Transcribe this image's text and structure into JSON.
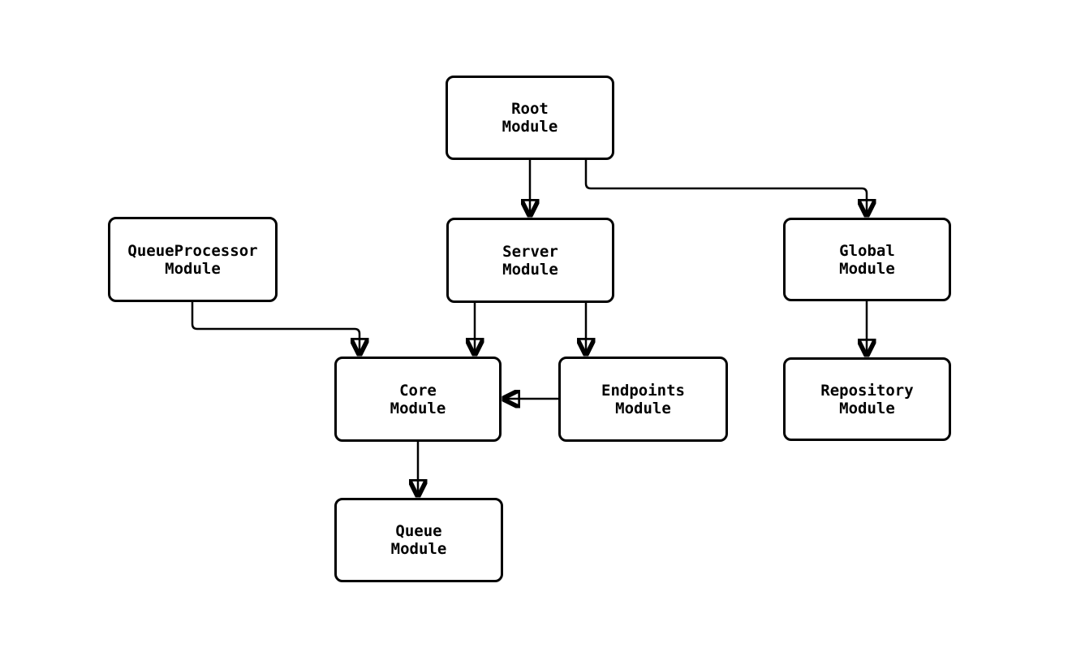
{
  "diagram": {
    "type": "flowchart",
    "background_color": "#ffffff",
    "line_color": "#000000",
    "text_color": "#000000",
    "nodes": [
      {
        "id": "root",
        "label": "Root\nModule"
      },
      {
        "id": "queueprocessor",
        "label": "QueueProcessor\nModule"
      },
      {
        "id": "server",
        "label": "Server\nModule"
      },
      {
        "id": "global",
        "label": "Global\nModule"
      },
      {
        "id": "core",
        "label": "Core\nModule"
      },
      {
        "id": "endpoints",
        "label": "Endpoints\nModule"
      },
      {
        "id": "repository",
        "label": "Repository\nModule"
      },
      {
        "id": "queue",
        "label": "Queue\nModule"
      }
    ],
    "edges": [
      {
        "from": "root",
        "to": "server"
      },
      {
        "from": "root",
        "to": "global"
      },
      {
        "from": "queueprocessor",
        "to": "core"
      },
      {
        "from": "server",
        "to": "core"
      },
      {
        "from": "server",
        "to": "endpoints"
      },
      {
        "from": "endpoints",
        "to": "core"
      },
      {
        "from": "core",
        "to": "queue"
      },
      {
        "from": "global",
        "to": "repository"
      }
    ]
  }
}
